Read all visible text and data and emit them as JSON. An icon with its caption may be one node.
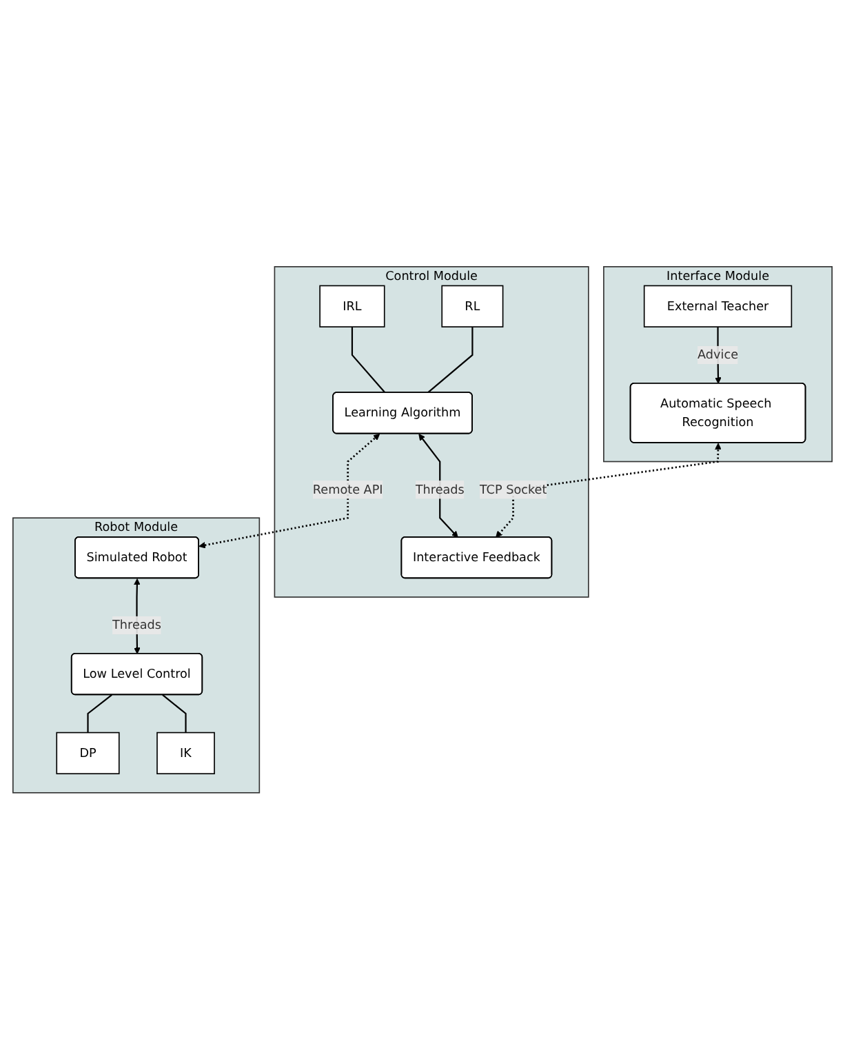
{
  "diagram": {
    "nodes": [
      {
        "text": [
          "Interface Module"
        ]
      },
      {
        "text": [
          "External Teacher"
        ],
        "in": 0
      },
      {
        "text": [
          "Automatic Speech Recognition"
        ],
        "in": 0
      },
      {
        "text": [
          "Control Module"
        ]
      },
      {
        "text": [
          "RL"
        ],
        "in": 3
      },
      {
        "text": [
          "IRL"
        ],
        "in": 3
      },
      {
        "text": [
          "Learning Algorithm"
        ],
        "in": 3
      },
      {
        "text": [
          "Interactive Feedback"
        ],
        "in": 3
      },
      {
        "text": [
          "Robot Module"
        ]
      },
      {
        "text": [
          "Simulated Robot"
        ],
        "in": 8
      },
      {
        "text": [
          "Low Level Control"
        ],
        "in": 8
      },
      {
        "text": [
          "DP"
        ],
        "in": 8
      },
      {
        "text": [
          "IK"
        ],
        "in": 8
      }
    ],
    "edges": [
      {
        "from": 1,
        "to": 2,
        "arrow": "to",
        "label": "Advice"
      },
      {
        "from": 2,
        "to": 7,
        "arrow": "both",
        "label": "TCP Socket",
        "style": "dashed"
      },
      {
        "from": 4,
        "to": 6,
        "arrow": "none"
      },
      {
        "from": 5,
        "to": 6,
        "arrow": "none"
      },
      {
        "from": 6,
        "to": 7,
        "arrow": "both",
        "label": "Threads"
      },
      {
        "from": 6,
        "to": 9,
        "arrow": "both",
        "label": "Remote API",
        "style": "dashed"
      },
      {
        "from": 9,
        "to": 10,
        "arrow": "both",
        "label": "Threads"
      },
      {
        "from": 10,
        "to": 11,
        "arrow": "none"
      },
      {
        "from": 10,
        "to": 12,
        "arrow": "none"
      }
    ]
  }
}
